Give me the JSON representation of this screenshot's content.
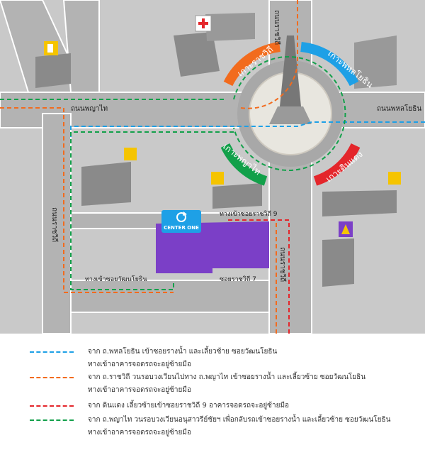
{
  "map": {
    "roads": {
      "ratchawithi_top": "ถนนราชวิถี",
      "phahonyothin": "ถนนพหลโยธิน",
      "phayathai": "ถนนพญาไท",
      "ratchawithi_left": "ถนนราชวิถี",
      "ratchawithi_right": "ถนนราชวิถี",
      "soi_rangnam": "ทางเข้าซอยวัฒนโยธิน",
      "soi_9": "ทางเข้าซอยราชวิถี 9",
      "soi_7": "ซอยราชวิถี 7"
    },
    "islands": {
      "ratchawithi": "เกาะราชวิถี",
      "phahonyothin": "เกาะพหลโยธิน",
      "phayathai": "เกาะพญาไท",
      "dindaeng": "เกาะดินแดง"
    },
    "building_label": "CENTER ONE",
    "icons": [
      "hospital-icon",
      "gas-station-icon",
      "shopping-bag-icon",
      "temple-icon",
      "refresh-logo-icon"
    ],
    "colors": {
      "road": "#b3b3b3",
      "building": "#8a8a8a",
      "center_one": "#7b3fc7",
      "blue": "#1ea0e6",
      "orange": "#f26b1d",
      "red": "#e4262b",
      "green": "#12a04a"
    }
  },
  "legend": [
    {
      "color": "#1ea0e6",
      "text": "จาก ถ.พหลโยธิน เข้าซอยรางน้ำ และเลี้ยวซ้าย ซอยวัฒนโยธิน",
      "sub": "ทางเข้าอาคารจอดรถจะอยู่ซ้ายมือ"
    },
    {
      "color": "#f26b1d",
      "text": "จาก ถ.ราชวิถี วนรอบวงเวียนไปทาง ถ.พญาไท เข้าซอยรางน้ำ และเลี้ยวซ้าย ซอยวัฒนโยธิน",
      "sub": "ทางเข้าอาคารจอดรถจะอยู่ซ้ายมือ"
    },
    {
      "color": "#e4262b",
      "text": "จาก ดินแดง เลี้ยวซ้ายเข้าซอยราชวิถี 9 อาคารจอดรถจะอยู่ซ้ายมือ",
      "sub": ""
    },
    {
      "color": "#12a04a",
      "text": "จาก ถ.พญาไท วนรอบวงเวียนอนุสาวรีย์ชัยฯ เพื่อกลับรถเข้าซอยรางน้ำ และเลี้ยวซ้าย ซอยวัฒนโยธิน",
      "sub": "ทางเข้าอาคารจอดรถจะอยู่ซ้ายมือ"
    }
  ]
}
